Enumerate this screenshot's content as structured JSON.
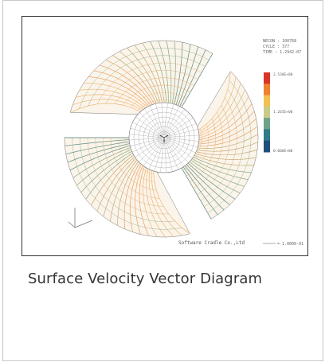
{
  "figure": {
    "title": "Surface Velocity Vector Diagram",
    "meta_lines": [
      "NECON :  100768",
      "CYCLE :      377",
      "TIME : 1.2942-07"
    ],
    "colorbar_labels": [
      "2.530E+00",
      "1.265E+00",
      "0.000E+00"
    ],
    "colorbar_colors": [
      "#d73527",
      "#f08030",
      "#f5c052",
      "#c9cc86",
      "#6ea38a",
      "#2f7a8a",
      "#1f4f7a"
    ],
    "credit": "Software Cradle Co.,Ltd",
    "scale_label": "= 1.0000-01",
    "blade_palette": [
      "#f0b877",
      "#e9a262",
      "#c5ab73",
      "#86aa85",
      "#5c8f84"
    ]
  }
}
